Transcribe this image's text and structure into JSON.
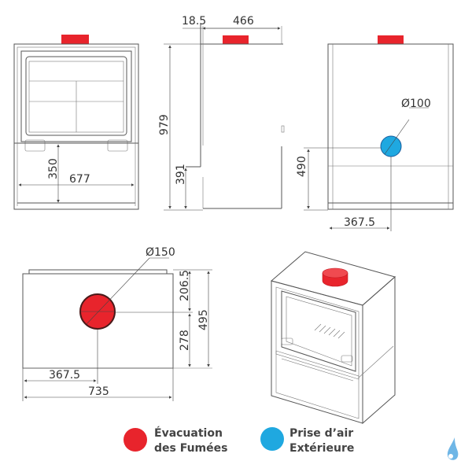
{
  "colors": {
    "flue": "#e8242c",
    "air_intake": "#1fa8e0",
    "logo": "#6fb6e6"
  },
  "front_view": {
    "width_label": "677",
    "base_height_label": "350"
  },
  "side_view": {
    "offset_label": "18.5",
    "depth_label": "466",
    "height_label": "979",
    "base_label": "391"
  },
  "back_view": {
    "diameter_label": "Ø100",
    "intake_height_label": "490",
    "intake_offset_label": "367.5"
  },
  "top_view": {
    "diameter_label": "Ø150",
    "front_offset_label": "206.5",
    "rear_offset_label": "278",
    "depth_label": "495",
    "center_label": "367.5",
    "width_label": "735"
  },
  "legend": [
    {
      "line1": "Évacuation",
      "line2": "des Fumées",
      "color": "#e8242c"
    },
    {
      "line1": "Prise d’air",
      "line2": "Extérieure",
      "color": "#1fa8e0"
    }
  ],
  "logo_icon": "water-drop-icon"
}
